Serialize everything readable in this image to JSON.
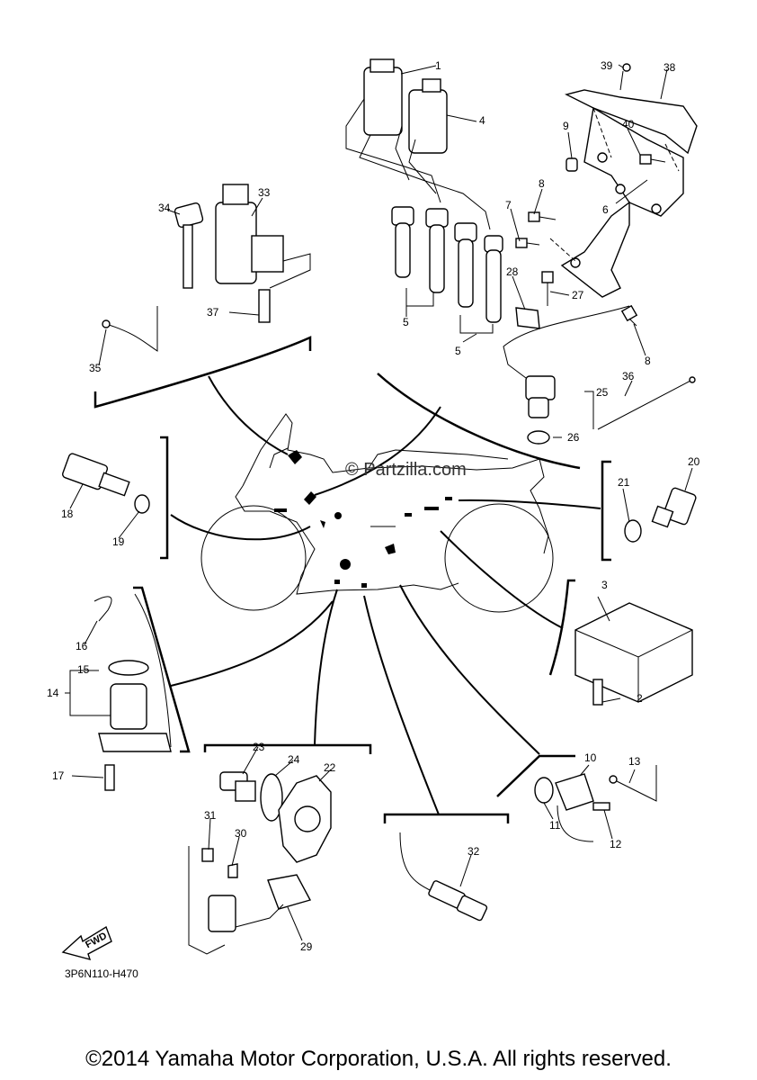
{
  "diagram": {
    "code": "3P6N110-H470",
    "watermark": "© Partzilla.com",
    "copyright": "©2014 Yamaha Motor Corporation, U.S.A. All rights reserved.",
    "fwd_label": "FWD",
    "callouts": [
      "1",
      "2",
      "3",
      "4",
      "5",
      "5",
      "6",
      "7",
      "8",
      "8",
      "9",
      "10",
      "11",
      "12",
      "13",
      "14",
      "15",
      "16",
      "17",
      "18",
      "19",
      "20",
      "21",
      "22",
      "23",
      "24",
      "25",
      "26",
      "27",
      "28",
      "29",
      "30",
      "31",
      "32",
      "33",
      "34",
      "35",
      "36",
      "37",
      "38",
      "39",
      "40"
    ]
  }
}
